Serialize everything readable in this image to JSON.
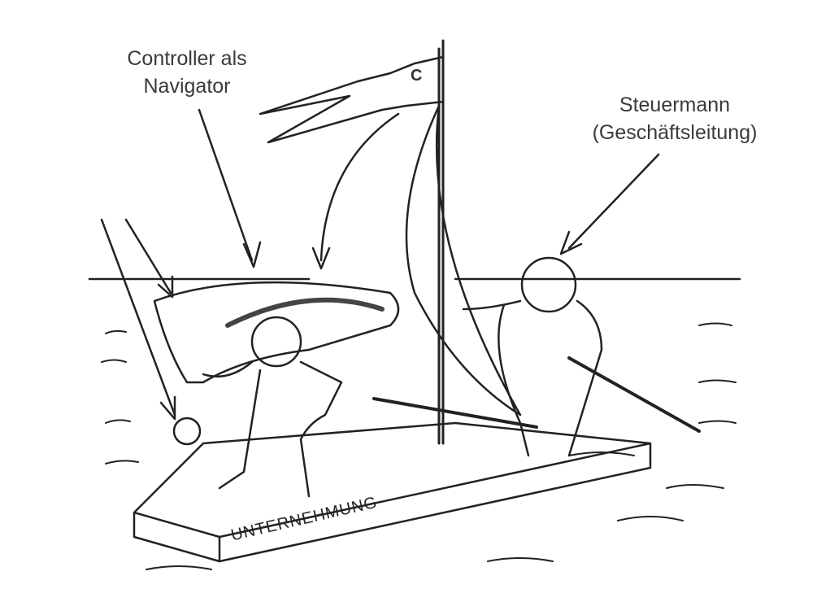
{
  "labels": {
    "controller_line1": "Controller als",
    "controller_line2": "Navigator",
    "steuermann_line1": "Steuermann",
    "steuermann_line2": "(Geschäftsleitung)",
    "raft": "UNTERNEHMUNG",
    "flag": "C"
  }
}
